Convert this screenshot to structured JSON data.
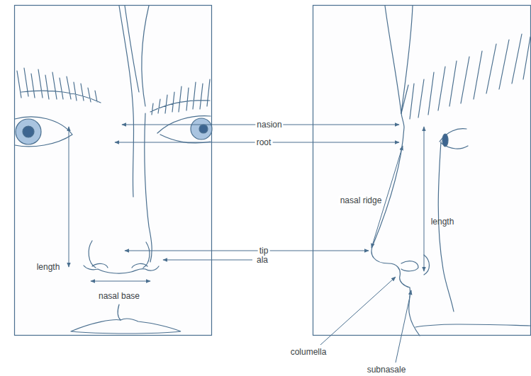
{
  "diagram": {
    "labels": [
      "nasion",
      "root",
      "nasal ridge",
      "length",
      "tip",
      "ala",
      "length",
      "nasal base",
      "columella",
      "subnasale"
    ]
  }
}
